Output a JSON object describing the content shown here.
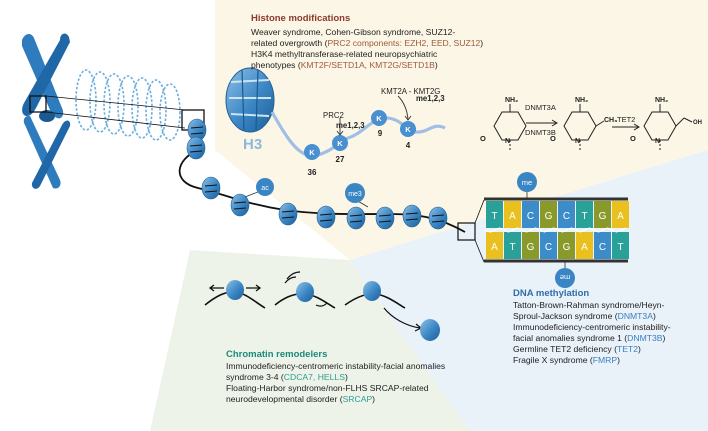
{
  "histone": {
    "heading": "Histone modifications",
    "line1": "Weaver syndrome, Cohen-Gibson syndrome, SUZ12-",
    "line2a": "related overgrowth (",
    "line2b": "PRC2 components: EZH2, EED, SUZ12",
    "line2c": ")",
    "line3": "H3K4 methyltransferase-related neuropsychiatric",
    "line4a": "phenotypes (",
    "line4b": "KMT2F/SETD1A, KMT2G/SETD1B",
    "line4c": ")",
    "h3": "H3",
    "prc2": "PRC2",
    "me_prc2": "me1,2,3",
    "kmt": "KMT2A - KMT2G",
    "me_kmt": "me1,2,3",
    "k": "K",
    "k36": "36",
    "k27": "27",
    "k9": "9",
    "k4": "4"
  },
  "chem": {
    "nh2": "NH₂",
    "o": "O",
    "n": "N",
    "ch3": "CH₃",
    "oh": "OH",
    "dnmt3a": "DNMT3A",
    "dnmt3b": "DNMT3B",
    "tet2": "TET2"
  },
  "marks": {
    "ac": "ac",
    "me3": "me3",
    "me": "me"
  },
  "dna_bases": {
    "top": [
      "T",
      "A",
      "C",
      "G",
      "C",
      "T",
      "G",
      "A"
    ],
    "bottom": [
      "A",
      "T",
      "G",
      "C",
      "G",
      "A",
      "C",
      "T"
    ]
  },
  "methylation": {
    "heading": "DNA methylation",
    "l1": "Tatton-Brown-Rahman syndrome/Heyn-",
    "l2a": "Sproul-Jackson syndrome (",
    "l2b": "DNMT3A",
    "l2c": ")",
    "l3": "Immunodeficiency-centromeric instability-",
    "l4a": "facial anomalies syndrome 1 (",
    "l4b": "DNMT3B",
    "l4c": ")",
    "l5a": "Germline TET2 deficiency (",
    "l5b": "TET2",
    "l5c": ")",
    "l6a": "Fragile X syndrome (",
    "l6b": "FMRP",
    "l6c": ")"
  },
  "chromatin": {
    "heading": "Chromatin remodelers",
    "l1": "Immunodeficiency-centromeric instability-facial anomalies",
    "l2a": "syndrome 3-4 (",
    "l2b": "CDCA7, HELLS",
    "l2c": ")",
    "l3": "Floating-Harbor syndrome/non-FLHS SRCAP-related",
    "l4a": "neurodevelopmental disorder (",
    "l4b": "SRCAP",
    "l4c": ")"
  },
  "colors": {
    "histone_bg": "#fbf6e6",
    "methylation_bg": "#e9f1f9",
    "chromatin_bg": "#eef3ea",
    "blue_dark": "#1f5f96",
    "blue_mid": "#3a86c4",
    "blue_light": "#8fc0e6",
    "dna_yellow": "#e9c01d",
    "dna_teal": "#2aa198",
    "dna_blue": "#3c8cc9",
    "dna_olive": "#8a9a2a"
  }
}
